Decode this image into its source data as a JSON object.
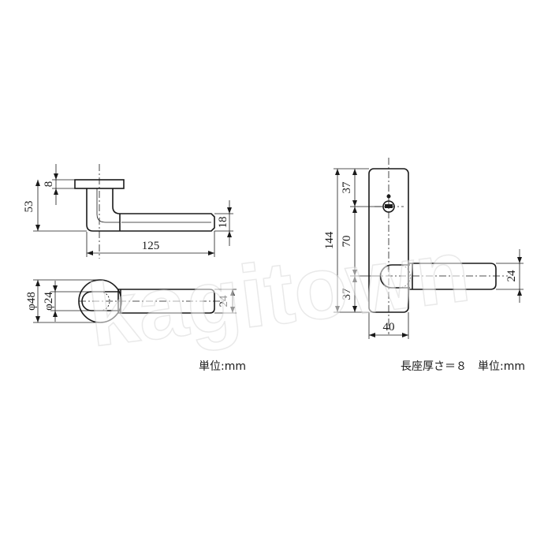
{
  "watermark": "kagitown",
  "left_view": {
    "dims": {
      "base_thickness": "8",
      "height": "53",
      "lever_length": "125",
      "lever_thickness": "18",
      "rose_diameter": "φ48",
      "neck_diameter": "φ24",
      "lever_width": "24"
    },
    "unit_note": "単位:mm"
  },
  "right_view": {
    "dims": {
      "top_offset": "37",
      "center_distance": "70",
      "bottom_offset": "37",
      "total_height": "144",
      "plate_width": "40",
      "lever_width": "24"
    },
    "unit_note": "長座厚さ＝８　単位:mm"
  }
}
